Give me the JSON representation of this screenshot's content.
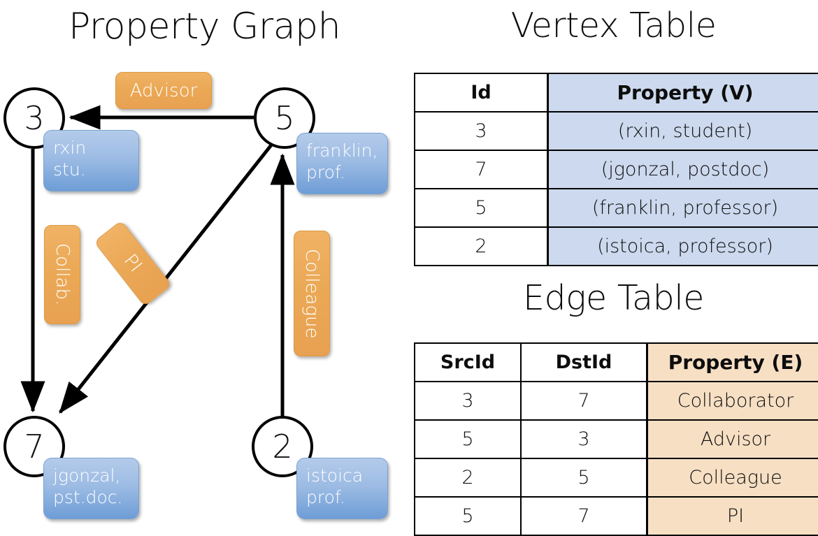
{
  "titles": {
    "graph": "Property Graph",
    "vertex": "Vertex Table",
    "edge": "Edge Table"
  },
  "graph": {
    "nodes": [
      {
        "id": "3",
        "prop_line1": "rxin",
        "prop_line2": "stu."
      },
      {
        "id": "5",
        "prop_line1": "franklin,",
        "prop_line2": "prof."
      },
      {
        "id": "7",
        "prop_line1": "jgonzal,",
        "prop_line2": "pst.doc."
      },
      {
        "id": "2",
        "prop_line1": "istoica",
        "prop_line2": "prof."
      }
    ],
    "edge_labels": {
      "advisor": "Advisor",
      "collab": "Collab.",
      "pi": "PI",
      "colleague": "Colleague"
    },
    "colors": {
      "node_stroke": "#000000",
      "property_box": "#8cb0de",
      "edge_label_box": "#eaa855",
      "edge_line": "#000000"
    }
  },
  "vertex_table": {
    "columns": [
      "Id",
      "Property (V)"
    ],
    "rows": [
      {
        "id": "3",
        "property": "(rxin, student)"
      },
      {
        "id": "7",
        "property": "(jgonzal, postdoc)"
      },
      {
        "id": "5",
        "property": "(franklin, professor)"
      },
      {
        "id": "2",
        "property": "(istoica, professor)"
      }
    ],
    "property_column_color": "#ccd9ee"
  },
  "edge_table": {
    "columns": [
      "SrcId",
      "DstId",
      "Property (E)"
    ],
    "rows": [
      {
        "src": "3",
        "dst": "7",
        "property": "Collaborator"
      },
      {
        "src": "5",
        "dst": "3",
        "property": "Advisor"
      },
      {
        "src": "2",
        "dst": "5",
        "property": "Colleague"
      },
      {
        "src": "5",
        "dst": "7",
        "property": "PI"
      }
    ],
    "property_column_color": "#f7dfc4"
  }
}
